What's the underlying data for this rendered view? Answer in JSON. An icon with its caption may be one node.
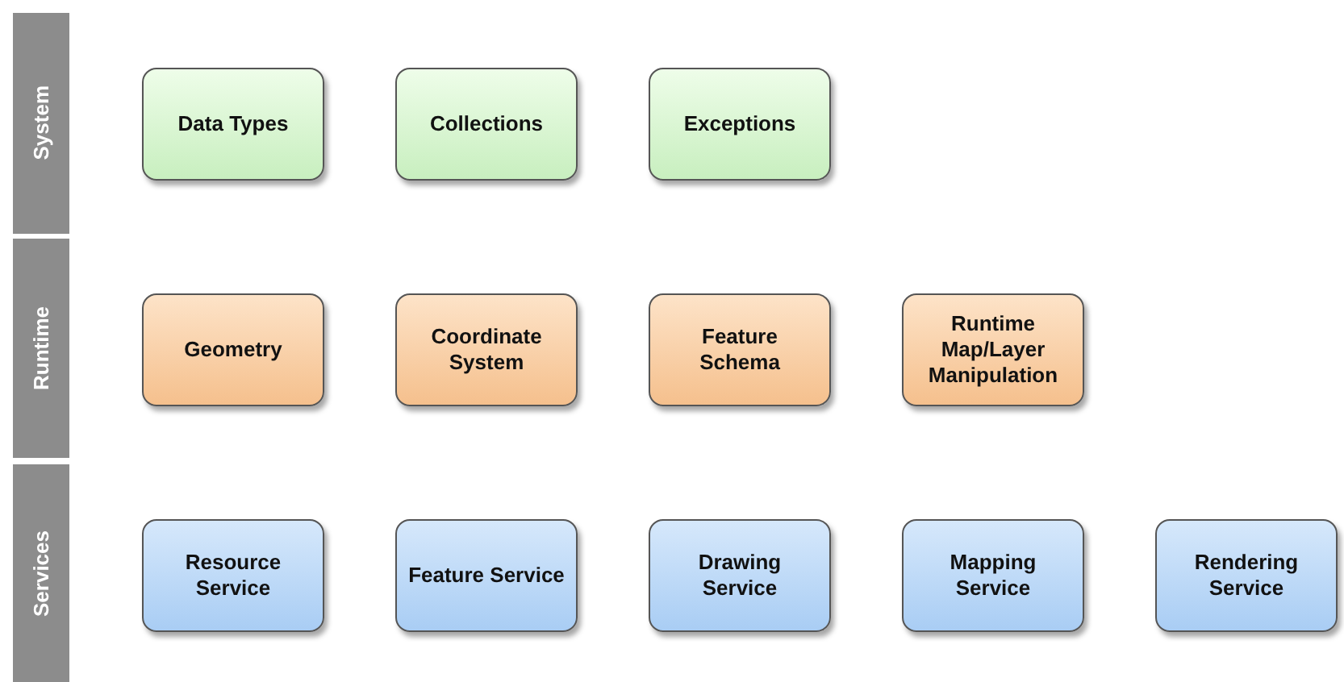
{
  "diagram": {
    "nodes": [
      {
        "text": [
          "System"
        ]
      },
      {
        "text": [
          "Data Types"
        ]
      },
      {
        "text": [
          "Collections"
        ]
      },
      {
        "text": [
          "Exceptions"
        ]
      },
      {
        "text": [
          "Runtime"
        ]
      },
      {
        "text": [
          "Geometry"
        ]
      },
      {
        "text": [
          "Coordinate System"
        ]
      },
      {
        "text": [
          "Feature Schema"
        ]
      },
      {
        "text": [
          "Runtime Map/Layer Manipulation"
        ]
      },
      {
        "text": [
          "Services"
        ]
      },
      {
        "text": [
          "Resource Service"
        ]
      },
      {
        "text": [
          "Feature Service"
        ]
      },
      {
        "text": [
          "Drawing Service"
        ]
      },
      {
        "text": [
          "Mapping Service"
        ]
      },
      {
        "text": [
          "Rendering Service"
        ]
      }
    ],
    "edges": []
  }
}
